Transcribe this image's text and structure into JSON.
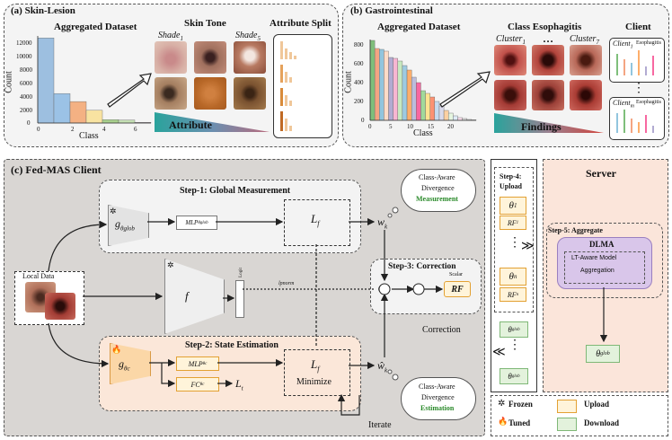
{
  "panel_a": {
    "title": "(a) Skin-Lesion",
    "dataset_title": "Aggregated Dataset",
    "tone_title": "Skin Tone",
    "shade_first": "Shade",
    "shade_first_sub": "1",
    "shade_last": "Shade",
    "shade_last_sub": "5",
    "split_title": "Attribute Split",
    "attribute_label": "Attribute",
    "ylabel": "Count",
    "xlabel": "Class",
    "yticks": [
      "12000",
      "10000",
      "8000",
      "6000",
      "4000",
      "2000",
      "0"
    ],
    "xticks": [
      "0",
      "2",
      "4",
      "6"
    ]
  },
  "panel_b": {
    "title": "(b) Gastrointestinal",
    "dataset_title": "Aggregated Dataset",
    "class_title": "Class Esophagitis",
    "cluster_first": "Cluster",
    "cluster_first_sub": "1",
    "cluster_dots": "…",
    "cluster_last": "Cluster",
    "cluster_last_sub": "7",
    "client_title": "Client",
    "findings_label": "Findings",
    "ylabel": "Count",
    "xlabel": "Class",
    "yticks": [
      "800",
      "600",
      "400",
      "200",
      "0"
    ],
    "xticks": [
      "0",
      "5",
      "10",
      "15",
      "20"
    ],
    "client_first": "Client",
    "client_first_sub": "1",
    "client_last": "Client",
    "client_last_sub": "m",
    "client_caption": "Esophagitis",
    "vdots": "⋮"
  },
  "panel_c": {
    "title": "(c) Fed-MAS Client",
    "step1": "Step-1: Global Measurement",
    "step2": "Step-2: State Estimation",
    "step3": "Step-3: Correction",
    "g_glob": "g",
    "g_glob_sub": "θglob",
    "mlp_glob": "MLP",
    "mlp_glob_sub": "θglob",
    "lf_top": "L",
    "lf_top_sub": "f",
    "wk": "w",
    "wk_sub": "k",
    "local_data": "Local Data",
    "f_label": "f",
    "logit_label": "Logit",
    "lpnorm_label": "lpnorm",
    "scalar_label": "Scalar",
    "rf_label": "RF",
    "correction_label": "Correction",
    "g_c": "g",
    "g_c_sub": "θc",
    "mlp_c": "MLP",
    "mlp_c_sub": "θc",
    "fc_c": "FC",
    "fc_c_sub": "θc",
    "lt": "L",
    "lt_sub": "t",
    "lf_bot": "L",
    "lf_bot_sub": "f",
    "minimize": "Minimize",
    "wk_hat": "ŵ",
    "wk_hat_sub": "k",
    "iterate": "Iterate",
    "cloud_top_l1": "Class-Aware",
    "cloud_top_l2": "Divergence",
    "cloud_top_l3": "Measurement",
    "cloud_bot_l1": "Class-Aware",
    "cloud_bot_l2": "Divergence",
    "cloud_bot_l3": "Estimation",
    "otimes": "⊗",
    "sigma": "Σ"
  },
  "upload": {
    "step4_l1": "Step-4:",
    "step4_l2": "Upload",
    "theta1": "θ",
    "theta1_sub": "1",
    "rf1": "RF",
    "rf1_sub": "1",
    "dots": "⋮",
    "chev_right": "≫",
    "thetan": "θ",
    "thetan_sub": "n",
    "rfn": "RF",
    "rfn_sub": "n",
    "theta_glob_a": "θ",
    "theta_glob_a_sub": "glob",
    "chev_left": "≪",
    "theta_glob_b": "θ",
    "theta_glob_b_sub": "glob"
  },
  "server": {
    "title": "Server",
    "step5": "Step-5: Aggregate",
    "dlma": "DLMA",
    "lt_aware_l1": "LT-Aware Model",
    "lt_aware_l2": "Aggregation",
    "theta_glob": "θ",
    "theta_glob_sub": "glob"
  },
  "legend": {
    "frozen": "Frozen",
    "tuned": "Tuned",
    "upload": "Upload",
    "download": "Download"
  },
  "chart_data": [
    {
      "type": "bar",
      "title": "Aggregated Dataset",
      "xlabel": "Class",
      "ylabel": "Count",
      "categories": [
        "0",
        "1",
        "2",
        "3",
        "4",
        "5",
        "6"
      ],
      "values": [
        12700,
        4400,
        3200,
        1900,
        500,
        450,
        100
      ],
      "ylim": [
        0,
        13000
      ],
      "colors": [
        "#9dbfe0",
        "#9bc2e6",
        "#f4b183",
        "#f8e3a1",
        "#a9d18e",
        "#c5e0b4",
        "#e2c7da"
      ]
    },
    {
      "type": "bar",
      "title": "Aggregated Dataset",
      "xlabel": "Class",
      "ylabel": "Count",
      "categories": [
        "0",
        "1",
        "2",
        "3",
        "4",
        "5",
        "6",
        "7",
        "8",
        "9",
        "10",
        "11",
        "12",
        "13",
        "14",
        "15",
        "16",
        "17",
        "18",
        "19",
        "20",
        "21",
        "22"
      ],
      "values": [
        890,
        800,
        790,
        770,
        700,
        690,
        660,
        610,
        560,
        480,
        420,
        330,
        300,
        260,
        210,
        160,
        110,
        80,
        50,
        30,
        20,
        10,
        5
      ],
      "ylim": [
        0,
        900
      ],
      "colors": [
        "#7fbf7b",
        "#f4a582",
        "#92c5de",
        "#fddbc7",
        "#b2abd2",
        "#f7b6d2",
        "#c7e9c0",
        "#9ecae1",
        "#fdae6b",
        "#bcbddc",
        "#f768a1",
        "#a1d99b",
        "#fee391",
        "#fc9272",
        "#c6dbef",
        "#dadaeb",
        "#fdd0a2",
        "#e5f5e0",
        "#deebf7",
        "#fde0ef",
        "#e0e0e0",
        "#f0f0f0",
        "#f5f5f5"
      ]
    }
  ]
}
